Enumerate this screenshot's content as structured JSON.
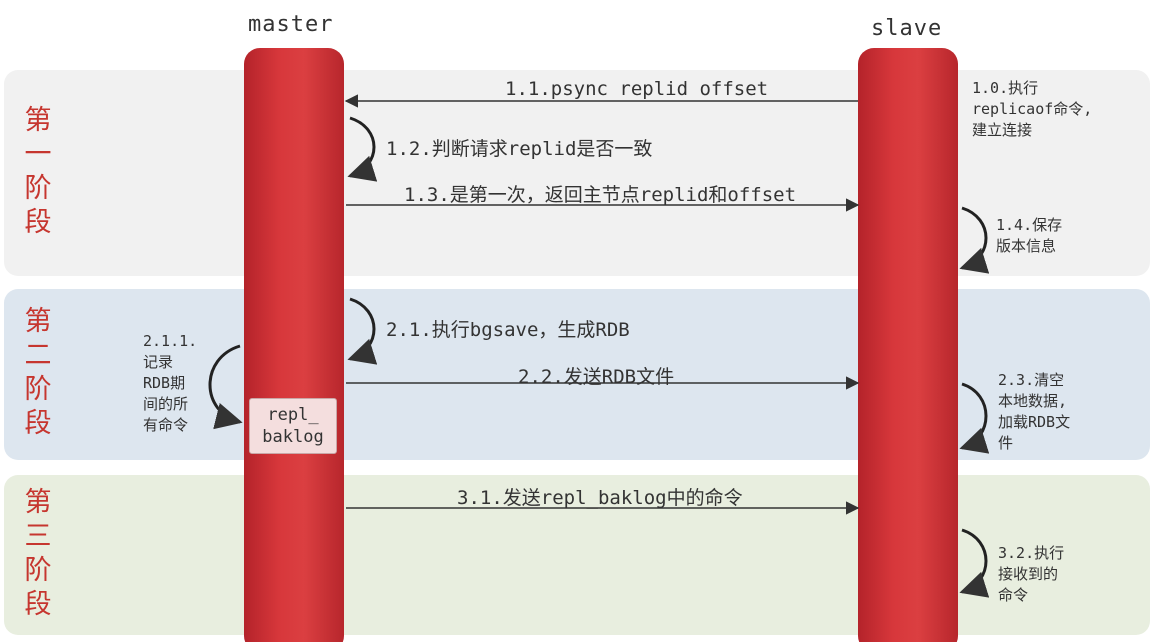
{
  "actors": {
    "master": "master",
    "slave": "slave"
  },
  "phases": [
    {
      "label": "第\n一\n阶\n段"
    },
    {
      "label": "第\n二\n阶\n段"
    },
    {
      "label": "第\n三\n阶\n段"
    }
  ],
  "messages": [
    {
      "id": "1.1",
      "text": "1.1.psync replid offset",
      "direction": "slave-to-master"
    },
    {
      "id": "1.2",
      "text": "1.2.判断请求replid是否一致",
      "direction": "self-master"
    },
    {
      "id": "1.3",
      "text": "1.3.是第一次，返回主节点replid和offset",
      "direction": "master-to-slave"
    },
    {
      "id": "2.1",
      "text": "2.1.执行bgsave，生成RDB",
      "direction": "self-master"
    },
    {
      "id": "2.2",
      "text": "2.2.发送RDB文件",
      "direction": "master-to-slave"
    },
    {
      "id": "3.1",
      "text": "3.1.发送repl_baklog中的命令",
      "direction": "master-to-slave"
    }
  ],
  "notes": {
    "n1_0": "1.0.执行\nreplicaof命令,\n建立连接",
    "n1_4": "1.4.保存\n版本信息",
    "n2_1_1": "2.1.1.\n记录\nRDB期\n间的所\n有命令",
    "n2_3": "2.3.清空\n本地数据,\n加载RDB文\n件",
    "n3_2": "3.2.执行\n接收到的\n命令"
  },
  "buffer": {
    "label": "repl_\nbaklog"
  },
  "colors": {
    "lifeline": "#d7373b",
    "phase_label": "#c6362f",
    "band_1": "#f1f1f1",
    "band_2": "#dde6ef",
    "band_3": "#e8eedf",
    "buffer_fill": "#f4dede"
  }
}
